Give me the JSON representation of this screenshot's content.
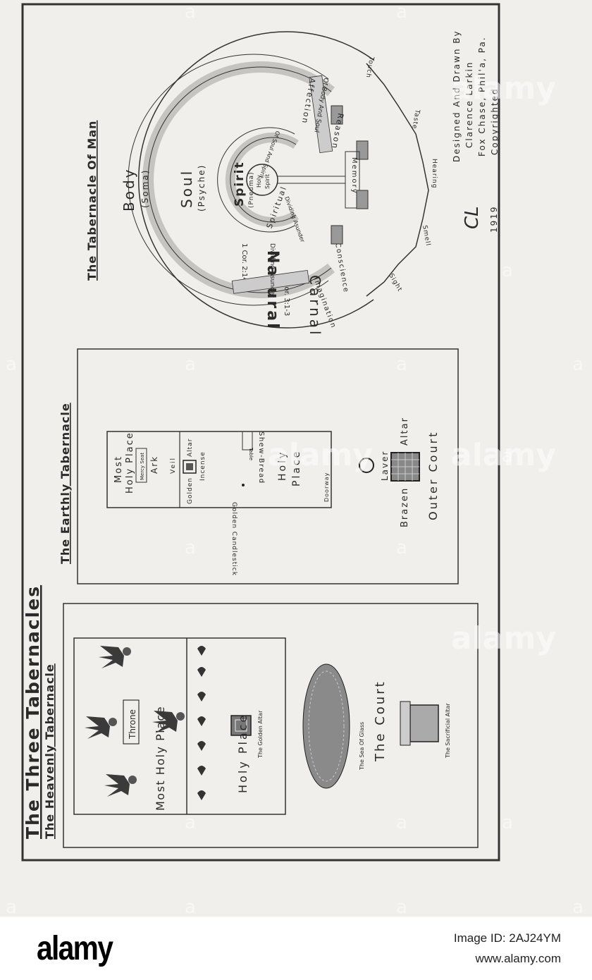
{
  "title": "The Three Tabernacles",
  "heavenly": {
    "title": "The Heavenly Tabernacle",
    "most_holy_place": "Most Holy Place",
    "throne": "Throne",
    "holy_place": "Holy Place",
    "golden_altar": "The Golden Altar",
    "court": "The Court",
    "sea_of_glass": "The Sea Of Glass",
    "sacrificial_altar": "The Sacrificial Altar"
  },
  "earthly": {
    "title": "The Earthly Tabernacle",
    "most": "Most",
    "holy_place": "Holy Place",
    "mercy_seat": "Mercy Seat",
    "ark": "Ark",
    "veil": "Veil",
    "golden": "Golden",
    "altar": "Altar",
    "incense": "Incense",
    "table": "Table",
    "shew_bread": "Shew-Bread",
    "golden_candlestick": "Golden Candlestick",
    "holy": "Holy",
    "place": "Place",
    "doorway": "Doorway",
    "laver": "Laver",
    "brazen": "Brazen",
    "altar2": "Altar",
    "outer_court": "Outer Court"
  },
  "man": {
    "title": "The Tabernacle Of Man",
    "body": "Body",
    "soma": "(Soma)",
    "soul": "Soul",
    "psyche": "(Psyche)",
    "spirit": "Spirit",
    "pneuma": "(Pneuma)",
    "holy_spirit_1": "Holy",
    "holy_spirit_2": "Spirit",
    "spiritual": "Spiritual",
    "natural": "Natural",
    "natural_ref": "1 Cor. 2:14",
    "carnal": "Carnal",
    "carnal_ref": "1 Cor. 3:1-3",
    "dividing_body_soul": "Of Body And Soul",
    "dividing_asunder_outer": "Dividing Asunder",
    "dividing_soul_spirit": "Of Soul And Spirit",
    "dividing_asunder_inner": "Dividing Asunder",
    "affection": "Affection",
    "reason": "Reason",
    "memory": "Memory",
    "conscience": "Conscience",
    "imagination": "Imagination",
    "senses": [
      "Touch",
      "Taste",
      "Hearing",
      "Smell",
      "Sight"
    ]
  },
  "credit": {
    "line1": "Designed And Drawn By",
    "line2": "Clarence Larkin",
    "line3": "Fox Chase, Phil'a, Pa.",
    "line4": "Copyrighted",
    "year": "1919",
    "monogram": "CL"
  },
  "watermark": "a",
  "footer": {
    "logo": "alamy",
    "image_id": "Image ID: 2AJ24YM",
    "url": "www.alamy.com"
  }
}
